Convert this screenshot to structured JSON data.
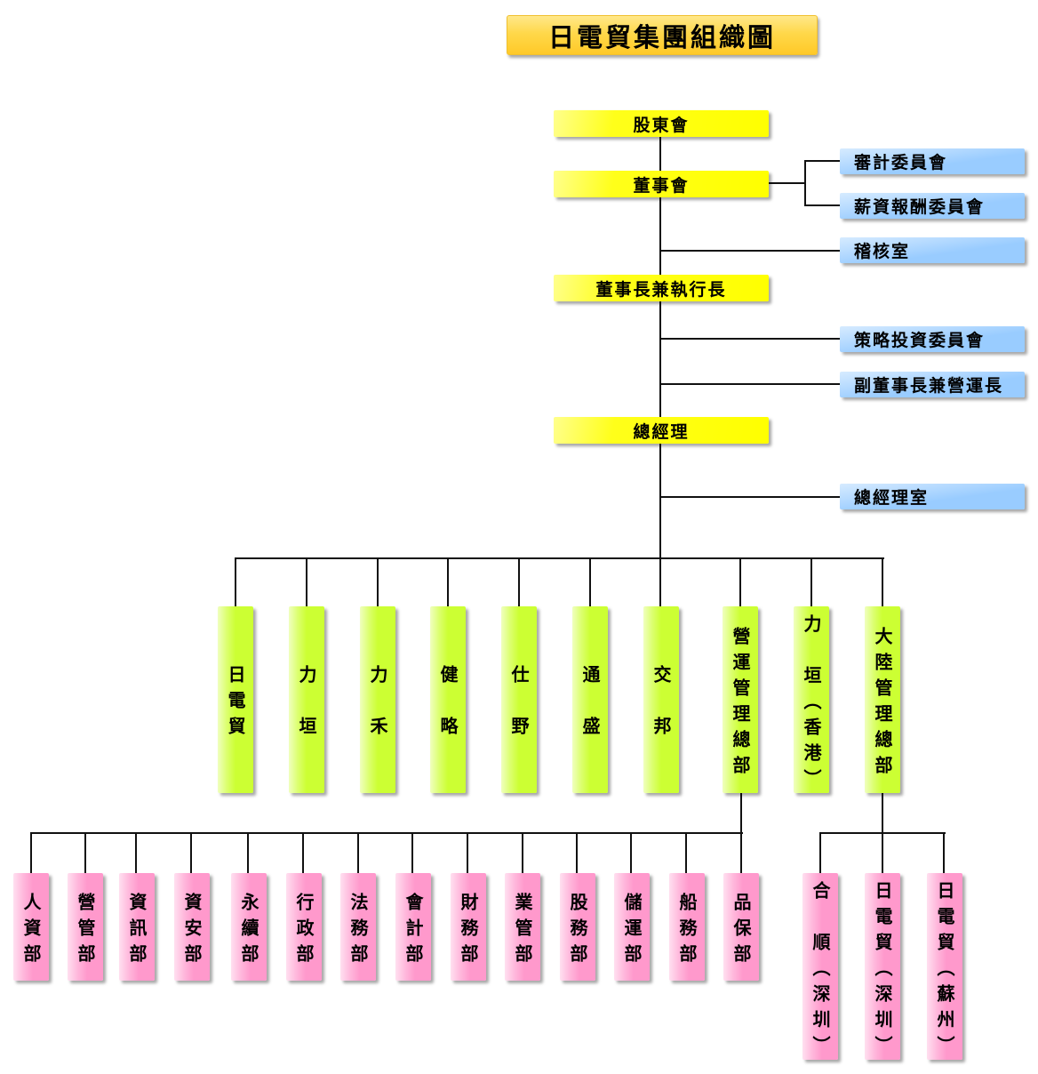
{
  "title": "日電貿集團組織圖",
  "governance": [
    {
      "label": "股東會"
    },
    {
      "label": "董事會"
    },
    {
      "label": "董事長兼執行長"
    },
    {
      "label": "總經理"
    }
  ],
  "committees": [
    {
      "label": "審計委員會",
      "reports_to": "董事會"
    },
    {
      "label": "薪資報酬委員會",
      "reports_to": "董事會"
    },
    {
      "label": "稽核室",
      "reports_to": "董事會"
    },
    {
      "label": "策略投資委員會",
      "reports_to": "董事長兼執行長"
    },
    {
      "label": "副董事長兼營運長",
      "reports_to": "董事長兼執行長"
    },
    {
      "label": "總經理室",
      "reports_to": "總經理"
    }
  ],
  "subsidiaries": [
    {
      "label": "日電貿"
    },
    {
      "label": "力　垣"
    },
    {
      "label": "力　禾"
    },
    {
      "label": "健　略"
    },
    {
      "label": "仕　野"
    },
    {
      "label": "通　盛"
    },
    {
      "label": "交　邦"
    },
    {
      "label": "營運管理總部"
    },
    {
      "label": "力　垣（香港）"
    },
    {
      "label": "大陸管理總部"
    }
  ],
  "operations_departments": {
    "parent": "營運管理總部",
    "items": [
      {
        "label": "人資部"
      },
      {
        "label": "營管部"
      },
      {
        "label": "資訊部"
      },
      {
        "label": "資安部"
      },
      {
        "label": "永續部"
      },
      {
        "label": "行政部"
      },
      {
        "label": "法務部"
      },
      {
        "label": "會計部"
      },
      {
        "label": "財務部"
      },
      {
        "label": "業管部"
      },
      {
        "label": "股務部"
      },
      {
        "label": "儲運部"
      },
      {
        "label": "船務部"
      },
      {
        "label": "品保部"
      }
    ]
  },
  "china_entities": {
    "parent": "大陸管理總部",
    "items": [
      {
        "label": "合　順（深圳）"
      },
      {
        "label": "日電貿（深圳）"
      },
      {
        "label": "日電貿（蘇州）"
      }
    ]
  },
  "colors": {
    "title": "#ffd84a",
    "governance": "#ffff00",
    "committee": "#99ccff",
    "subsidiary": "#ccff33",
    "department": "#ff99cc",
    "connector": "#111111"
  }
}
